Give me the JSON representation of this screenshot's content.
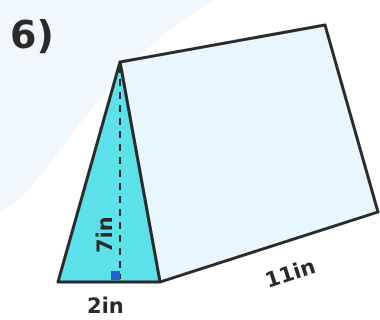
{
  "problem": {
    "number": "6)"
  },
  "prism": {
    "height_label": "7in",
    "base_label": "2in",
    "length_label": "11in"
  },
  "colors": {
    "front_face": "#5ce0ea",
    "side_face": "#e8f6fd",
    "background_shape": "#f1f8fd",
    "right_angle_marker": "#1f5fd1",
    "outline": "#2a2a2a"
  }
}
